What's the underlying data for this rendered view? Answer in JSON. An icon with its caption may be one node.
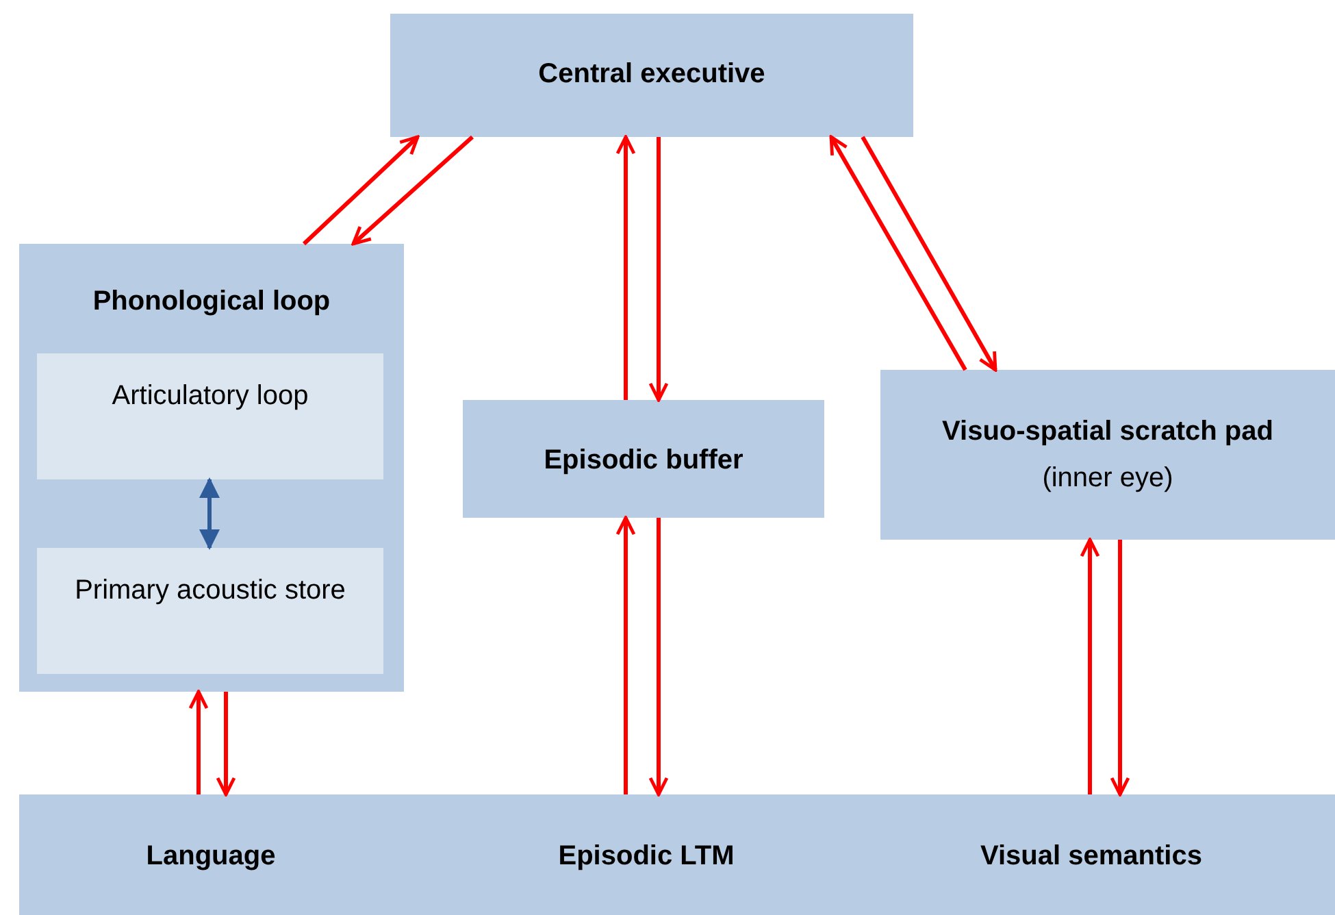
{
  "diagram": {
    "nodes": [
      {
        "text": [
          "Central executive"
        ]
      },
      {
        "text": [
          "Phonological loop"
        ]
      },
      {
        "text": [
          "Articulatory loop"
        ],
        "in": 1
      },
      {
        "text": [
          "Primary acoustic store"
        ],
        "in": 1
      },
      {
        "text": [
          "Episodic buffer"
        ]
      },
      {
        "text": [
          "Visuo-spatial scratch pad",
          "(inner eye)"
        ]
      },
      {
        "text": [
          "Language",
          "Episodic LTM",
          "Visual semantics"
        ]
      }
    ],
    "edges": [
      {
        "from": 1,
        "to": 0,
        "arrow": "to",
        "color": "#ff0000"
      },
      {
        "from": 0,
        "to": 1,
        "arrow": "to",
        "color": "#ff0000"
      },
      {
        "from": 4,
        "to": 0,
        "arrow": "to",
        "color": "#ff0000"
      },
      {
        "from": 0,
        "to": 4,
        "arrow": "to",
        "color": "#ff0000"
      },
      {
        "from": 5,
        "to": 0,
        "arrow": "to",
        "color": "#ff0000"
      },
      {
        "from": 0,
        "to": 5,
        "arrow": "to",
        "color": "#ff0000"
      },
      {
        "from": 2,
        "to": 3,
        "arrow": "both",
        "color": "#2e5c9a"
      },
      {
        "from": 6,
        "to": 1,
        "arrow": "to",
        "color": "#ff0000"
      },
      {
        "from": 1,
        "to": 6,
        "arrow": "to",
        "color": "#ff0000"
      },
      {
        "from": 6,
        "to": 4,
        "arrow": "to",
        "color": "#ff0000"
      },
      {
        "from": 4,
        "to": 6,
        "arrow": "to",
        "color": "#ff0000"
      },
      {
        "from": 6,
        "to": 5,
        "arrow": "to",
        "color": "#ff0000"
      },
      {
        "from": 5,
        "to": 6,
        "arrow": "to",
        "color": "#ff0000"
      }
    ]
  }
}
